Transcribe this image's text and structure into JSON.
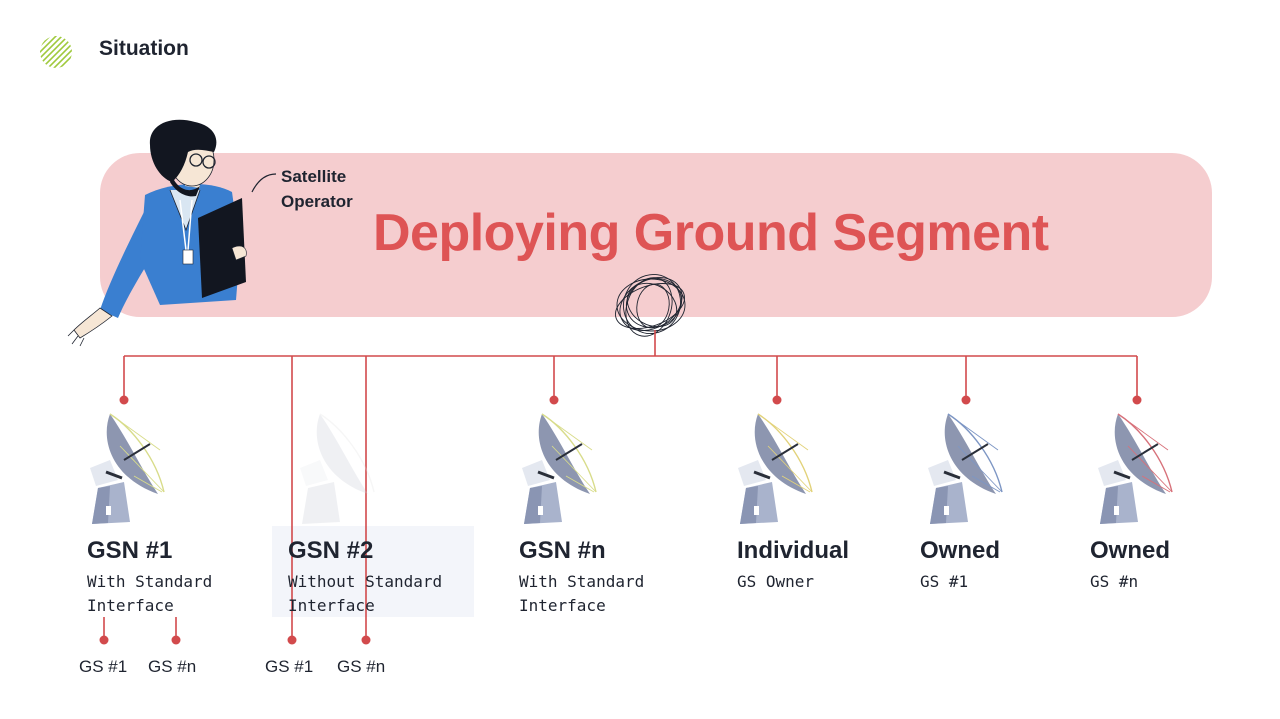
{
  "header": {
    "title": "Situation",
    "logo_icon": "striped-globe-logo"
  },
  "banner": {
    "title": "Deploying Ground Segment",
    "operator_label_line1": "Satellite",
    "operator_label_line2": "Operator"
  },
  "colors": {
    "accent": "#de5455",
    "banner_bg": "#f5cdcf",
    "logo_green": "#9fc93c",
    "text": "#1f2430",
    "highlight_bg": "#f3f5fa"
  },
  "nodes": [
    {
      "title": "GSN #1",
      "sub_line1": "With Standard",
      "sub_line2": "Interface",
      "dish_accent": "#d8dc8a"
    },
    {
      "title": "GSN #2",
      "sub_line1": "Without Standard",
      "sub_line2": "Interface",
      "dish_accent": "#e8e8e8"
    },
    {
      "title": "GSN #n",
      "sub_line1": "With Standard",
      "sub_line2": "Interface",
      "dish_accent": "#d8dc8a"
    },
    {
      "title": "Individual",
      "sub_line1": "GS Owner",
      "sub_line2": "",
      "dish_accent": "#e2d27a"
    },
    {
      "title": "Owned",
      "sub_line1": "GS #1",
      "sub_line2": "",
      "dish_accent": "#7d96c4"
    },
    {
      "title": "Owned",
      "sub_line1": "GS #n",
      "sub_line2": "",
      "dish_accent": "#d7717a"
    }
  ],
  "sub_stations": [
    {
      "label": "GS #1"
    },
    {
      "label": "GS #n"
    },
    {
      "label": "GS #1"
    },
    {
      "label": "GS #n"
    }
  ]
}
